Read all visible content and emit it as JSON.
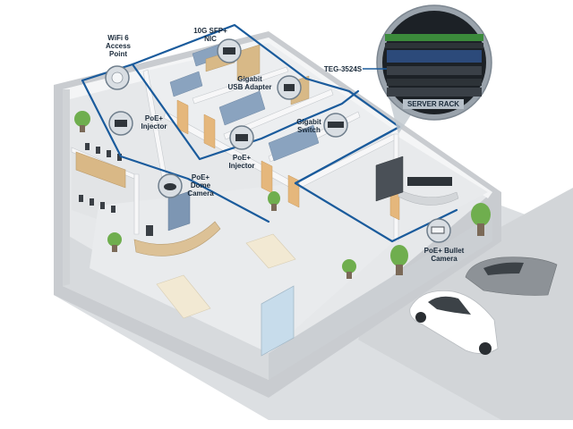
{
  "labels": {
    "wifi_ap": "WiFi 6\nAccess\nPoint",
    "sfp_nic": "10G SFP+\nNIC",
    "usb_adapter": "Gigabit\nUSB Adapter",
    "gigabit_switch": "Gigabit\nSwitch",
    "poe_injector_1": "PoE+\nInjector",
    "poe_injector_2": "PoE+\nInjector",
    "dome_camera": "PoE+\nDome\nCamera",
    "bullet_camera": "PoE+ Bullet\nCamera",
    "teg_switch": "TEG-3524S",
    "server_rack": "SERVER RACK"
  },
  "colors": {
    "network_line": "#1a5b9c",
    "callout_ring": "#6f7e8c",
    "callout_fill": "#d9dee3",
    "floor": "#e4e6e8",
    "wall_top": "#f3f4f5",
    "wall_side": "#cfd2d5",
    "ground": "#dfe1e3"
  }
}
